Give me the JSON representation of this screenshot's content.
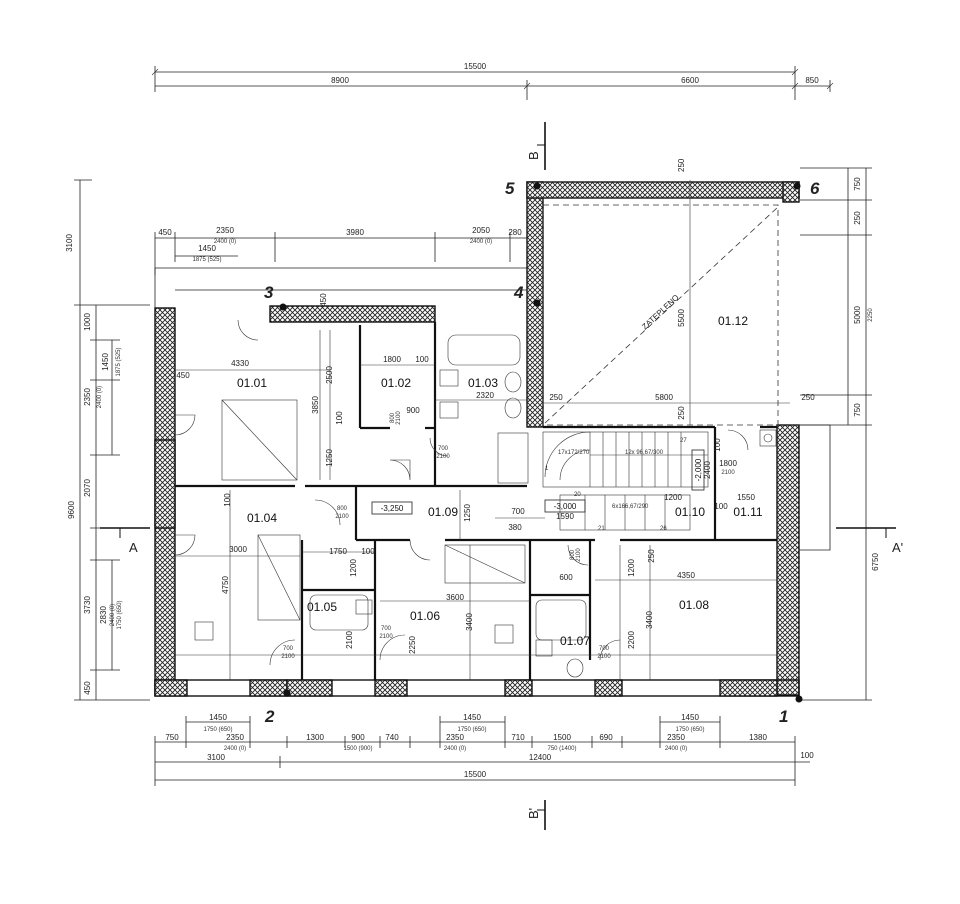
{
  "plan": {
    "rooms": {
      "r0101": "01.01",
      "r0102": "01.02",
      "r0103": "01.03",
      "r0104": "01.04",
      "r0105": "01.05",
      "r0106": "01.06",
      "r0107": "01.07",
      "r0108": "01.08",
      "r0109": "01.09",
      "r0110": "01.10",
      "r0111": "01.11",
      "r0112": "01.12"
    },
    "axes": {
      "a1": "1",
      "a2": "2",
      "a3": "3",
      "a4": "4",
      "a5": "5",
      "a6": "6"
    },
    "sections": {
      "a": "A",
      "a2": "A'",
      "b": "B",
      "b2": "B'"
    },
    "levels": {
      "l1": "-3,250",
      "l2": "-3,000",
      "l3": "-2,000"
    },
    "notes": {
      "zateplenie": "ZATEPLENO",
      "stair1": "17x172/270",
      "stair2": "12x 96,67/300",
      "stair3": "6x166,67/290"
    },
    "dims_top": {
      "total": "15500",
      "left": "8900",
      "right": "6600",
      "side": "850",
      "d450": "450",
      "d2350": "2350",
      "d2400a": "2400 (0)",
      "d3980": "3980",
      "d2050": "2050",
      "d2400b": "2400 (0)",
      "d280": "280",
      "d1450": "1450",
      "d1875": "1875 (525)"
    },
    "dims_bottom": {
      "a1450": "1450",
      "a1750": "1750 (650)",
      "b1450": "1450",
      "b1750": "1750 (650)",
      "c1450": "1450",
      "c1750": "1750 (650)",
      "s750": "750",
      "s2350": "2350",
      "s2400a": "2400 (0)",
      "s1300": "1300",
      "s900": "900",
      "s1500": "1500 (900)",
      "s740": "740",
      "s2350b": "2350",
      "s2400b": "2400 (0)",
      "s710": "710",
      "s1500b": "1500",
      "s750b": "750 (1400)",
      "s690": "690",
      "s2350c": "2350",
      "s2400c": "2400 (0)",
      "s1380": "1380",
      "t3100": "3100",
      "t12400": "12400",
      "t100": "100",
      "total": "15500"
    },
    "dims_left": {
      "v3100": "3100",
      "v1000": "1000",
      "v2350": "2350",
      "v2400": "2400 (0)",
      "v1450": "1450",
      "v1875": "1875 (525)",
      "v9600": "9600",
      "v2070": "2070",
      "v3730": "3730",
      "v2830": "2830",
      "v2400b": "2400 (0)",
      "v1750": "1750 (650)",
      "v450": "450"
    },
    "dims_right": {
      "r750": "750",
      "r250": "250",
      "r5000": "5000",
      "r2250": "2250",
      "r750b": "750",
      "r6750": "6750"
    },
    "dims_inner": {
      "i450": "450",
      "i4330": "4330",
      "i450b": "450",
      "i2500": "2500",
      "i3850": "3850",
      "i100": "100",
      "i1250": "1250",
      "i1800": "1800",
      "i100b": "100",
      "i900": "900",
      "i800": "800",
      "i2100": "2100",
      "i2320": "2320",
      "i700": "700",
      "i2100b": "2100",
      "i250": "250",
      "i5800": "5800",
      "i250b": "250",
      "i5500": "5500",
      "i250c": "250",
      "i1800b": "1800",
      "i2100c": "2100",
      "i1550": "1550",
      "i100c": "100",
      "i1200": "1200",
      "i2400": "2400",
      "i100d": "100",
      "i3000": "3000",
      "i4750": "4750",
      "i800b": "800",
      "i2100d": "2100",
      "i1750": "1750",
      "i100e": "100",
      "i1200b": "1200",
      "i1250b": "1250",
      "i700b": "700",
      "i380": "380",
      "i1590": "1590",
      "i3600": "3600",
      "i3400": "3400",
      "i2250": "2250",
      "i2100e": "2100",
      "i700c": "700",
      "i2100f": "2100",
      "i4350": "4350",
      "i1200c": "1200",
      "i3400b": "3400",
      "i2200": "2200",
      "i600": "600",
      "i800c": "800",
      "i2100g": "2100",
      "i250d": "250",
      "i700d": "700",
      "i2100h": "2100",
      "i700e": "700",
      "i2100i": "2100",
      "i20": "20",
      "i21": "21",
      "i26": "26",
      "i27": "27",
      "i1": "1",
      "i100f": "100"
    }
  }
}
